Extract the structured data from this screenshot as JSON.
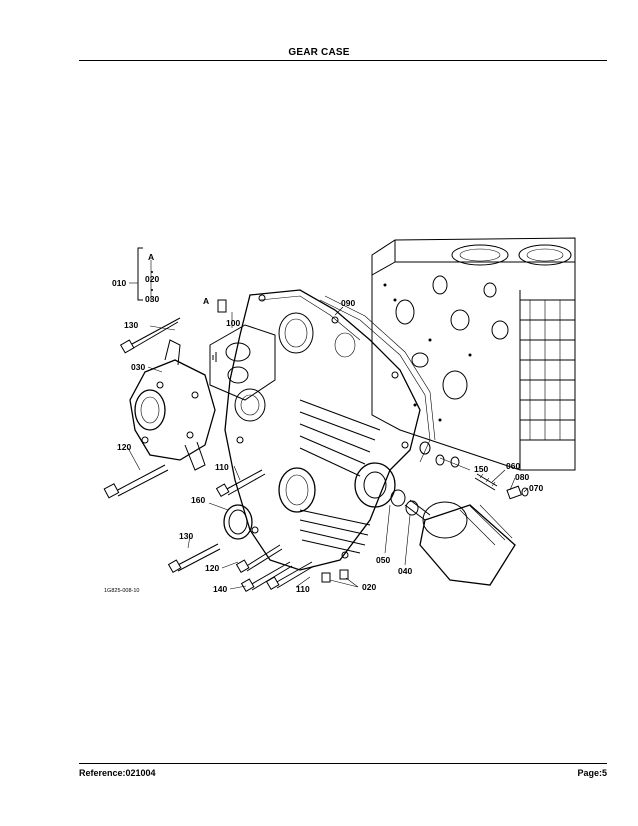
{
  "header": {
    "title": "GEAR CASE"
  },
  "footer": {
    "reference": "Reference:021004",
    "page": "Page:5"
  },
  "diagram": {
    "figure_code": "1G825-008-10",
    "callouts": {
      "c010": "010",
      "c020a": "020",
      "c030a": "030",
      "markA1": "A",
      "markA2": "A",
      "c130a": "130",
      "c100": "100",
      "c090": "090",
      "c030b": "030",
      "c120a": "120",
      "c110a": "110",
      "c150": "150",
      "c060": "060",
      "c080": "080",
      "c070": "070",
      "c160": "160",
      "c130b": "130",
      "c050": "050",
      "c040": "040",
      "c120b": "120",
      "c140": "140",
      "c110b": "110",
      "c020b": "020"
    }
  }
}
